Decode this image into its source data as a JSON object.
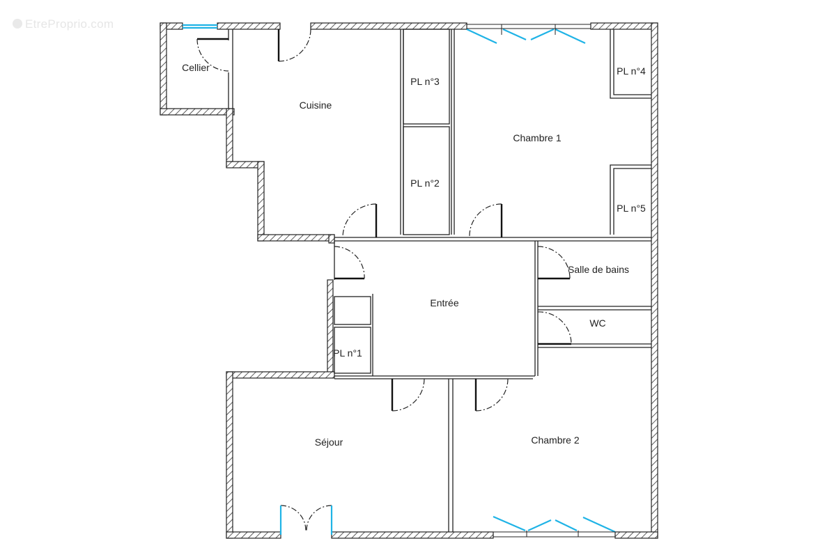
{
  "watermark": {
    "text": "EtreProprio.com",
    "icon": "logo-icon"
  },
  "colors": {
    "wall_hatch": "#333333",
    "window": "#1fb3e6",
    "line": "#222222",
    "background": "#ffffff"
  },
  "rooms": {
    "cellier": {
      "label": "Cellier"
    },
    "cuisine": {
      "label": "Cuisine"
    },
    "pl3": {
      "label": "PL n°3"
    },
    "pl2": {
      "label": "PL n°2"
    },
    "chambre1": {
      "label": "Chambre 1"
    },
    "pl4": {
      "label": "PL n°4"
    },
    "pl5": {
      "label": "PL n°5"
    },
    "salle_de_bains": {
      "label": "Salle de bains"
    },
    "wc": {
      "label": "WC"
    },
    "entree": {
      "label": "Entrée"
    },
    "pl1": {
      "label": "PL n°1"
    },
    "sejour": {
      "label": "Séjour"
    },
    "chambre2": {
      "label": "Chambre 2"
    }
  }
}
